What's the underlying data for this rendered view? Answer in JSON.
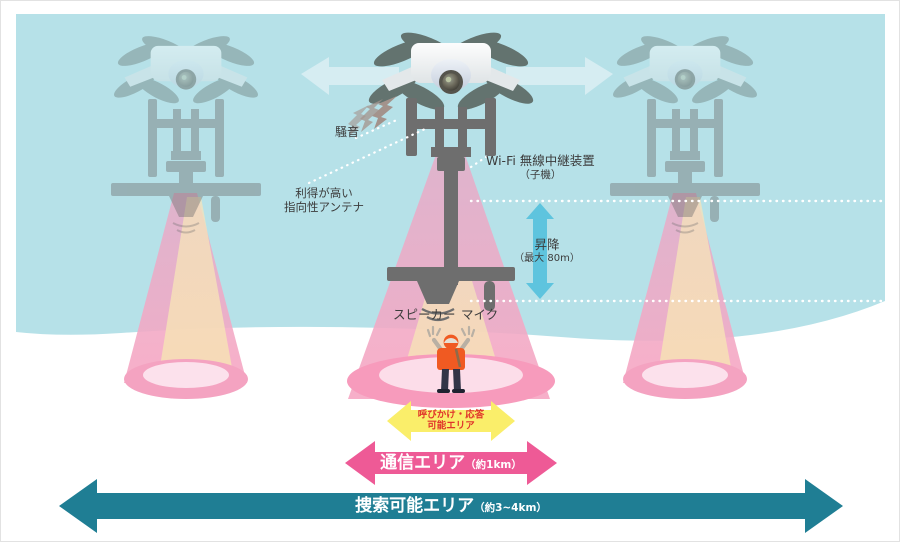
{
  "diagram": {
    "title": "drone-tethered-search-communication-area-diagram",
    "colors": {
      "sky": "#b6e1e8",
      "cone_pink": "#e9a9c6",
      "cone_yellow": "#f5dca8",
      "ground_ellipse": "#f6a8c4",
      "ground_ellipse_inner": "#fbdfe9",
      "teal_arrow": "#1f7e94",
      "pink_arrow": "#ee5a96",
      "yellow_arrow": "#faee6a",
      "yellow_arrow_text": "#e0352b",
      "light_arrow": "#d6edf2",
      "drone_body": "#f2f4f5",
      "drone_frame": "#6e6e6e",
      "rotor": "#7b8a8b",
      "noise": "#a3938c",
      "person_jacket": "#f05a22",
      "person_pants": "#323447",
      "dotted_line": "#ffffff",
      "text": "#3c3c3c",
      "elev_arrow": "#5ec4de"
    },
    "labels": {
      "noise": "騒音",
      "antenna_line1": "利得が高い",
      "antenna_line2": "指向性アンテナ",
      "wifi_line1": "Wi-Fi 無線中継装置",
      "wifi_line2": "（子機）",
      "elevation_line1": "昇降",
      "elevation_line2": "（最大 80m）",
      "speaker": "スピーカー",
      "mic": "マイク"
    },
    "arrows": {
      "yellow": {
        "line1": "呼びかけ・応答",
        "line2": "可能エリア"
      },
      "pink": {
        "main": "通信エリア",
        "note": "（約1km）"
      },
      "teal": {
        "main": "捜索可能エリア",
        "note": "（約3~4km）"
      },
      "horizontal_flight": "horizontal-movement-arrow",
      "elevation": "vertical-elevation-arrow"
    },
    "icons": {
      "drone_center": "drone-icon",
      "drone_left": "drone-icon-faded",
      "drone_right": "drone-icon-faded",
      "camera": "camera-gimbal-icon",
      "speaker": "speaker-icon",
      "mic": "microphone-icon",
      "person": "person-waving-icon",
      "wifi_box": "wifi-relay-box-icon",
      "noise_waves": "noise-zigzag-icon",
      "sound_waves": "sound-wave-icon"
    }
  }
}
